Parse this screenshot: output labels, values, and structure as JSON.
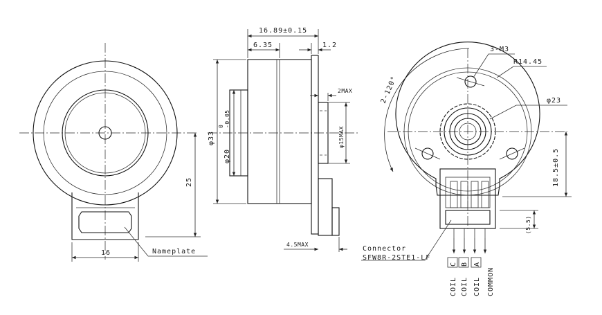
{
  "dimensions": {
    "overall_length": "16.89±0.15",
    "flange_offset": "6.35",
    "plate_thickness": "1.2",
    "boss_height_max": "2MAX",
    "boss_dia_max": "φ15MAX",
    "body_dia": "φ33",
    "pilot_dia": "φ20",
    "pilot_tol_upper": "0",
    "pilot_tol_lower": "-0.05",
    "center_to_bottom": "25",
    "tab_width": "16",
    "connector_depth_max": "4.5MAX",
    "mount_holes": "3-M3",
    "mount_radius": "R14.45",
    "hole_angle": "2-120°",
    "boss_ring_dia": "φ23",
    "center_to_connector": "18.5±0.5",
    "connector_height": "(5.5)"
  },
  "labels": {
    "nameplate": "Nameplate",
    "connector_title": "Connector",
    "connector_part": "SFW8R-2STE1-LF"
  },
  "connector_pins": [
    {
      "coil": "COIL",
      "letter": "C"
    },
    {
      "coil": "COIL",
      "letter": "B"
    },
    {
      "coil": "COIL",
      "letter": "A"
    },
    {
      "coil": "COMMON",
      "letter": ""
    }
  ]
}
